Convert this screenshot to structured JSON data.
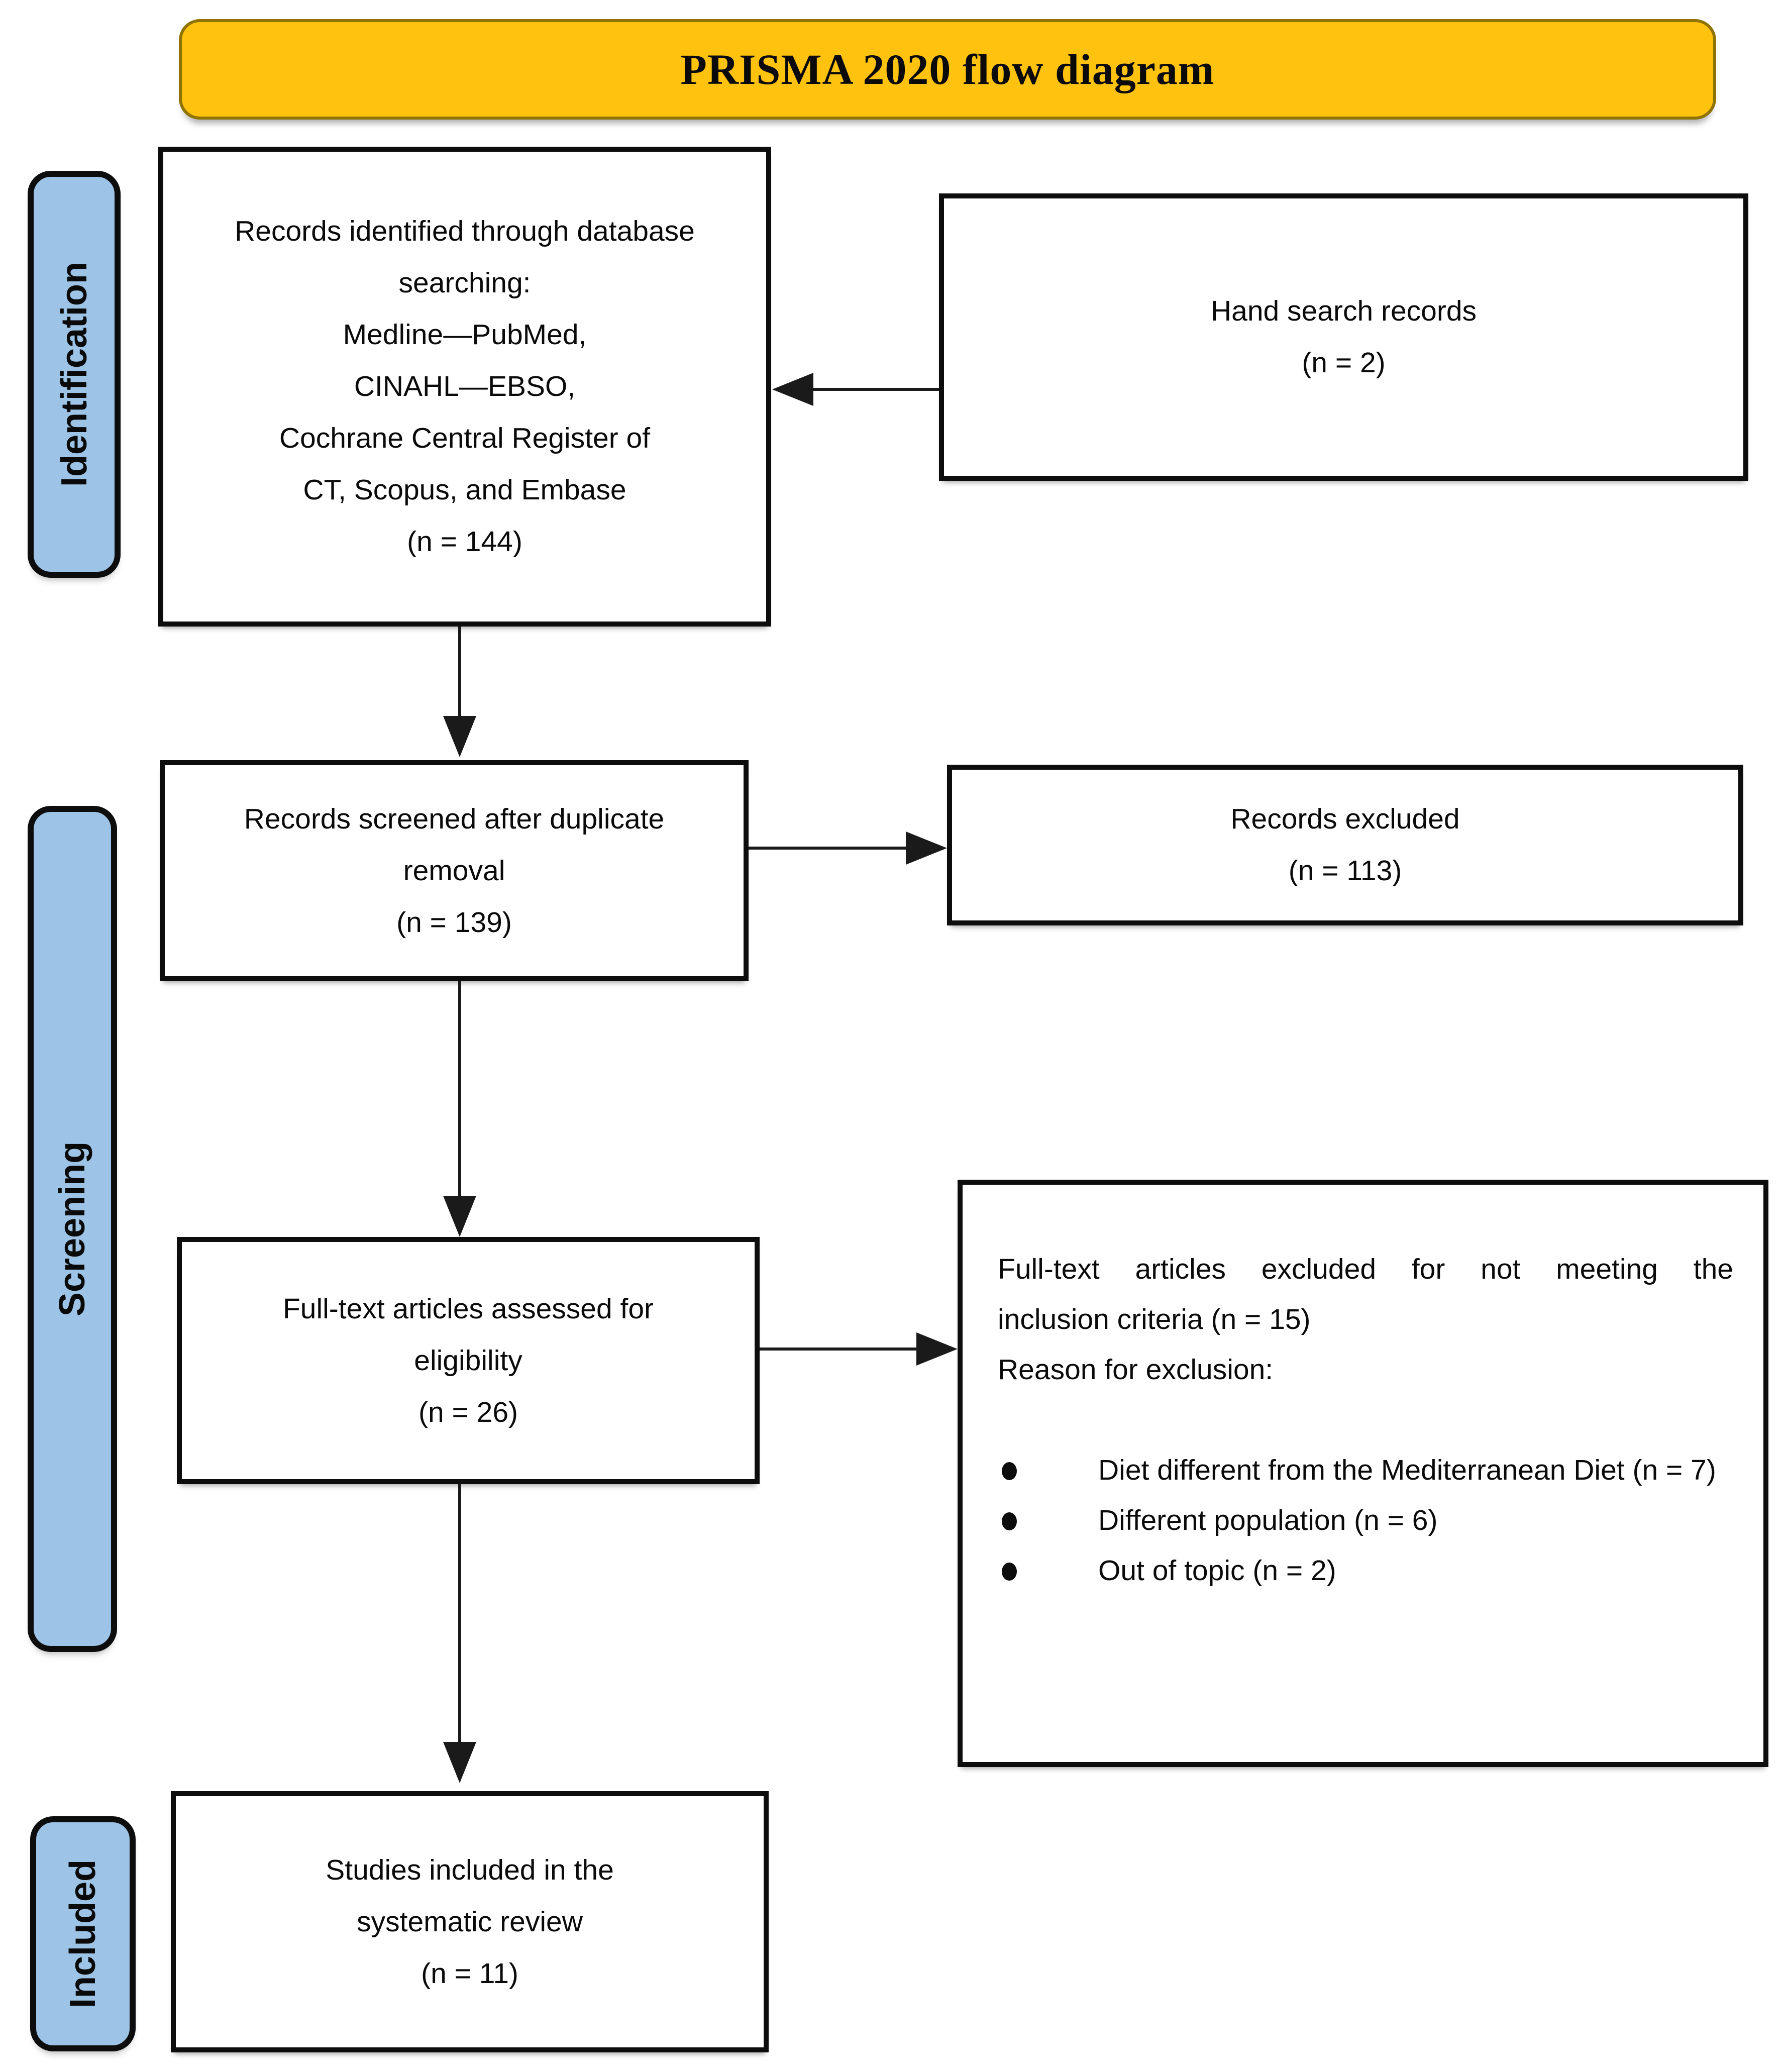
{
  "title": "PRISMA 2020 flow diagram",
  "stages": {
    "identification": "Identification",
    "screening": "Screening",
    "included": "Included"
  },
  "boxes": {
    "identified": {
      "lines": [
        "Records identified through database",
        "searching:",
        "Medline—PubMed,",
        "CINAHL—EBSO,",
        "Cochrane Central Register of",
        "CT, Scopus, and Embase",
        "(n = 144)"
      ]
    },
    "hand_search": {
      "lines": [
        "Hand search records",
        "(n = 2)"
      ]
    },
    "screened": {
      "lines": [
        "Records screened after duplicate",
        "removal",
        "(n = 139)"
      ]
    },
    "records_excluded": {
      "lines": [
        "Records excluded",
        "(n = 113)"
      ]
    },
    "fulltext_assessed": {
      "lines": [
        "Full-text articles assessed for",
        "eligibility",
        "(n = 26)"
      ]
    },
    "fulltext_excluded": {
      "intro_line1": "Full-text articles excluded for not meeting the",
      "intro_line2": "inclusion criteria (n = 15)",
      "reason_label": "Reason for exclusion:",
      "bullets": [
        {
          "label": "Diet different from the Mediterranean Diet",
          "n": "(n = 7)"
        },
        {
          "label": "Different population",
          "n": "(n = 6)"
        },
        {
          "label": "Out of topic",
          "n": "(n = 2)"
        }
      ]
    },
    "included_studies": {
      "lines": [
        "Studies included in the",
        "systematic review",
        "(n = 11)"
      ]
    }
  },
  "colors": {
    "title_fill": "#FFC20E",
    "title_border": "#8F7300",
    "stage_fill": "#9DC3E6",
    "box_border": "#0D0D0D",
    "arrow": "#1A1A1A"
  }
}
